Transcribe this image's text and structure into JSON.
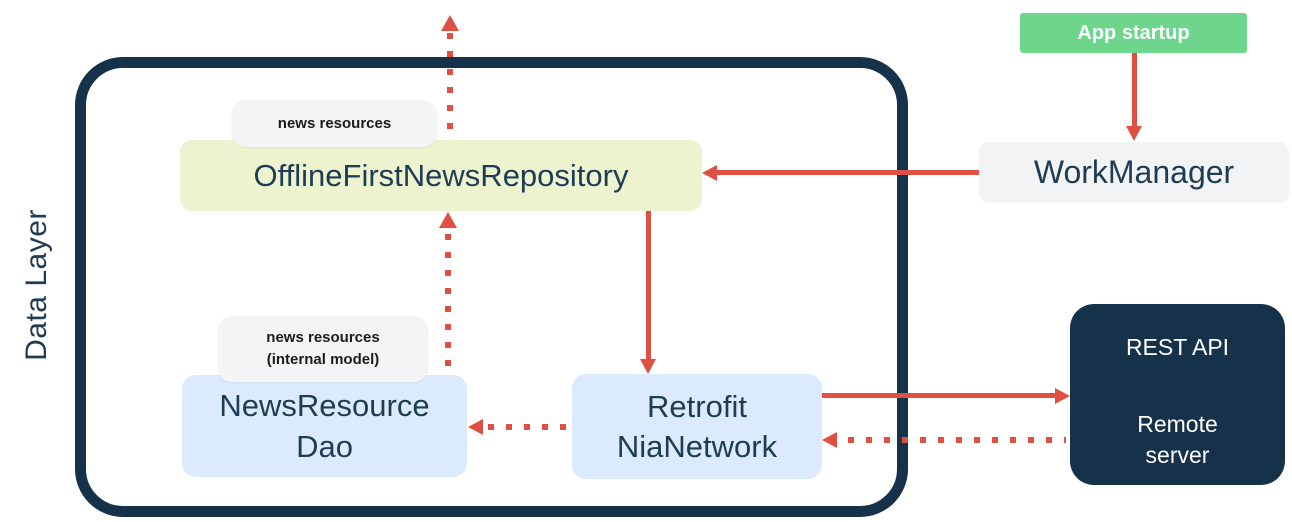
{
  "container": {
    "label": "Data Layer"
  },
  "boxes": {
    "repository": {
      "label": "OfflineFirstNewsRepository",
      "bg": "#eef3cf"
    },
    "dao": {
      "line1": "NewsResource",
      "line2": "Dao",
      "bg": "#dbeafc"
    },
    "network": {
      "line1": "Retrofit",
      "line2": "NiaNetwork",
      "bg": "#dbeafc"
    },
    "workmanager": {
      "label": "WorkManager",
      "bg": "#f1f3f4"
    },
    "app_startup": {
      "label": "App startup",
      "bg": "#6dd58c",
      "text_color": "#ffffff"
    },
    "rest_api": {
      "title": "REST API",
      "line1": "Remote",
      "line2": "server",
      "bg": "#16314a",
      "text_color": "#ffffff"
    }
  },
  "tags": {
    "news_resources": {
      "line1": "news resources"
    },
    "news_resources_internal": {
      "line1": "news resources",
      "line2": "(internal model)"
    }
  },
  "edges": [
    {
      "from": "repository",
      "to": "ui_layer",
      "style": "dotted",
      "direction": "up"
    },
    {
      "from": "dao",
      "to": "repository",
      "style": "dotted",
      "direction": "up"
    },
    {
      "from": "repository",
      "to": "network",
      "style": "solid",
      "direction": "down"
    },
    {
      "from": "workmanager",
      "to": "repository",
      "style": "solid",
      "direction": "left"
    },
    {
      "from": "app_startup",
      "to": "workmanager",
      "style": "solid",
      "direction": "down"
    },
    {
      "from": "network",
      "to": "rest_api",
      "style": "solid",
      "direction": "right"
    },
    {
      "from": "rest_api",
      "to": "network",
      "style": "dotted",
      "direction": "left"
    },
    {
      "from": "network",
      "to": "dao",
      "style": "dotted",
      "direction": "left"
    }
  ],
  "colors": {
    "arrow": "#de5142",
    "navy": "#16314a",
    "box_text": "#1f3c55",
    "yellow_box": "#eef3cf",
    "blue_box": "#dbeafc",
    "gray_box": "#f1f3f4",
    "green_box": "#6dd58c",
    "tag_bg": "#f3f4f6"
  }
}
